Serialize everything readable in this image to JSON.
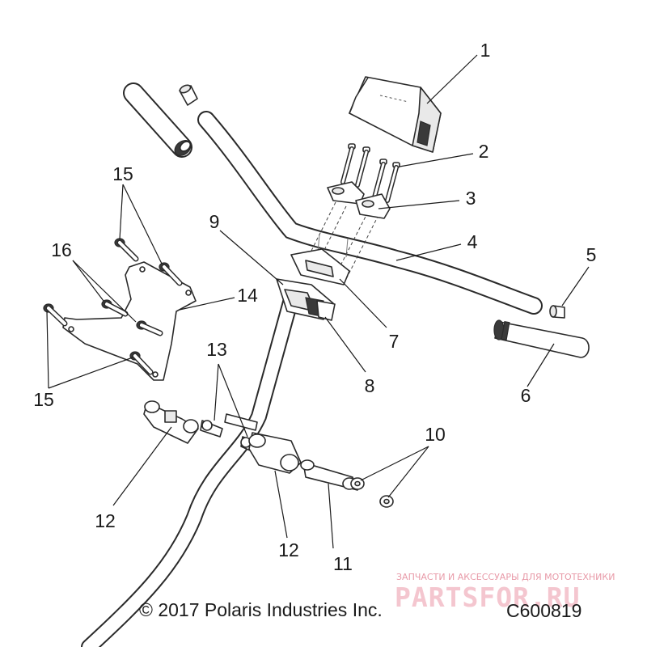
{
  "callouts": {
    "c1": "1",
    "c2": "2",
    "c3": "3",
    "c4": "4",
    "c5": "5",
    "c6": "6",
    "c7": "7",
    "c8": "8",
    "c9": "9",
    "c10": "10",
    "c11": "11",
    "c12a": "12",
    "c12b": "12",
    "c13": "13",
    "c14": "14",
    "c15a": "15",
    "c15b": "15",
    "c16": "16"
  },
  "footer": {
    "copyright": "© 2017 Polaris Industries Inc.",
    "figure_id": "C600819"
  },
  "watermark": {
    "tagline": "ЗАПЧАСТИ И АКСЕССУАРЫ ДЛЯ МОТОТЕХНИКИ",
    "brand": "PARTSFOR.RU",
    "color": "#f4c6cf"
  },
  "colors": {
    "line": "#2a2a2a",
    "fill": "#ffffff",
    "shade": "#e9e9e9"
  }
}
